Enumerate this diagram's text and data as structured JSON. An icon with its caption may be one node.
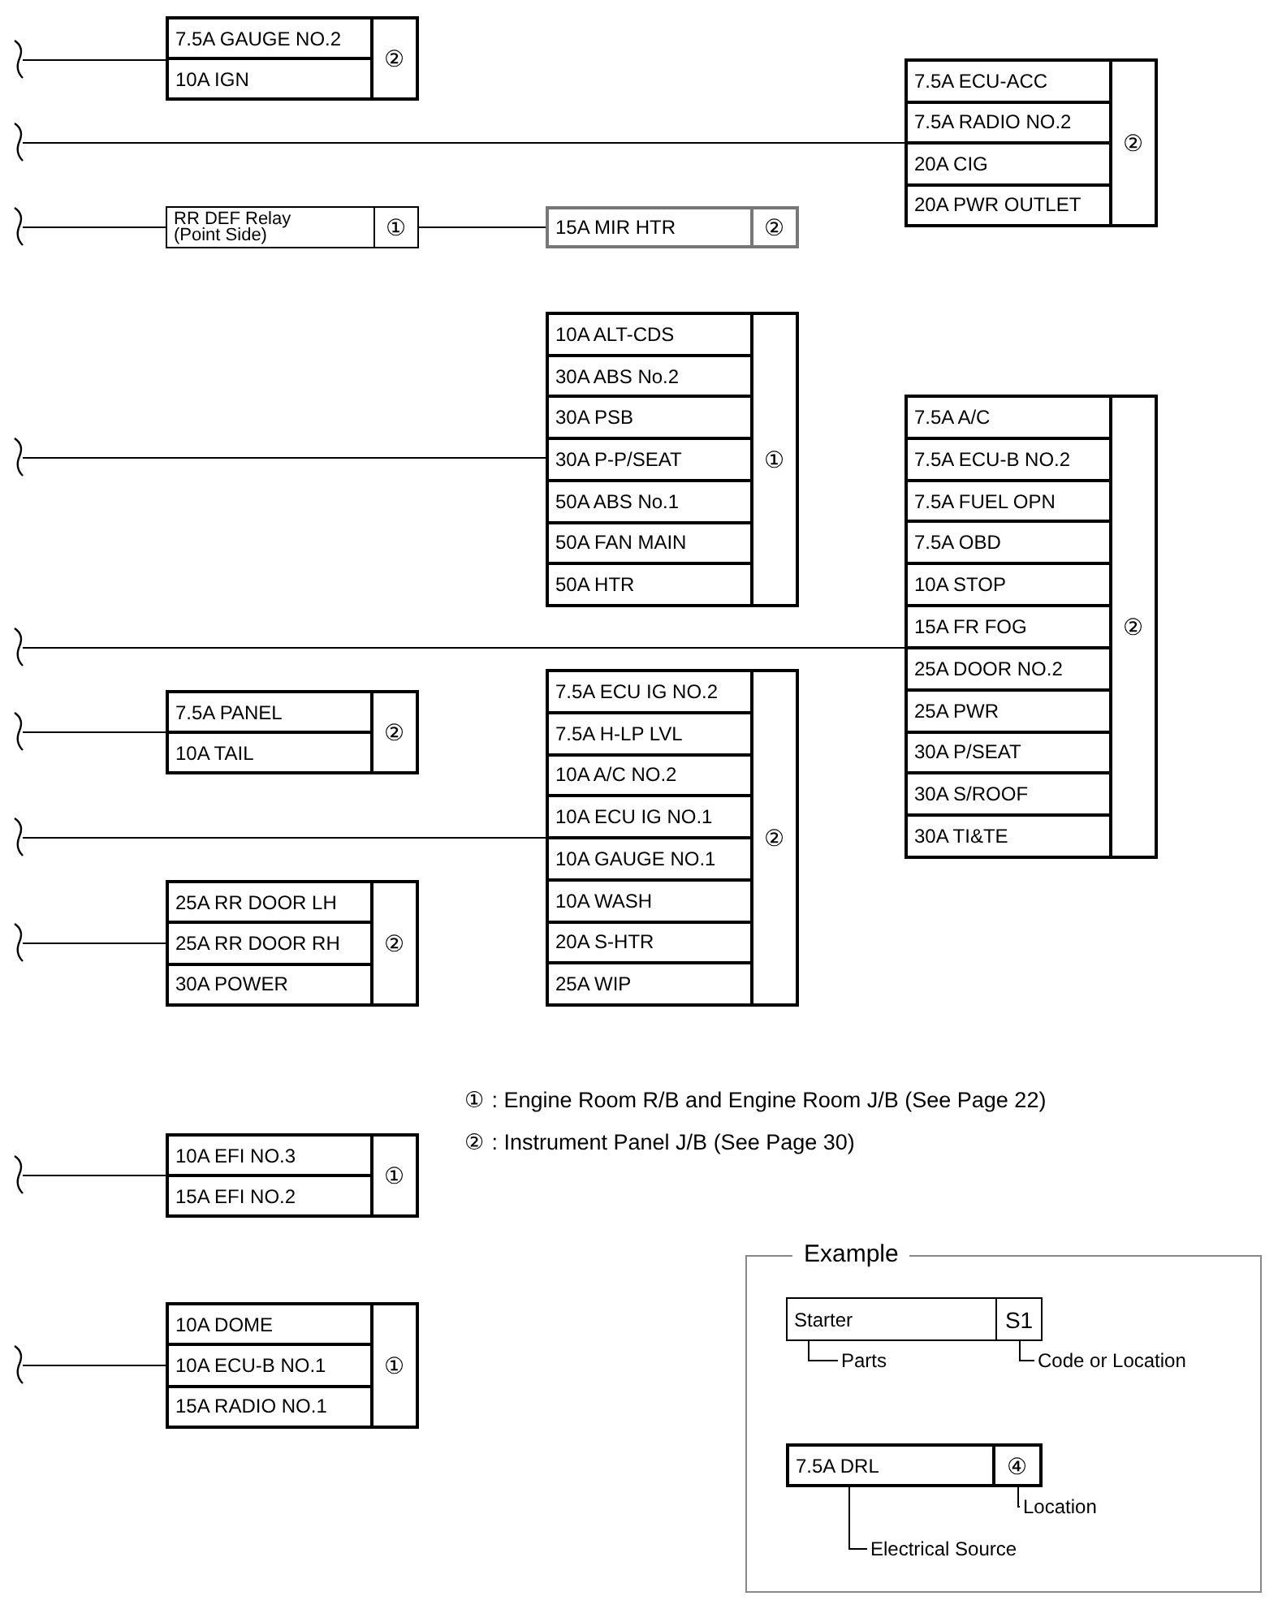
{
  "diagram": {
    "nodes": [
      {
        "text": [
          "7.5A GAUGE NO.2",
          "10A IGN",
          "②"
        ]
      },
      {
        "text": [
          "7.5A ECU-ACC",
          "7.5A RADIO NO.2",
          "20A CIG",
          "20A PWR OUTLET",
          "②"
        ]
      },
      {
        "text": [
          "RR DEF Relay (Point Side)",
          "①"
        ]
      },
      {
        "text": [
          "15A MIR HTR",
          "②"
        ]
      },
      {
        "text": [
          "10A ALT-CDS",
          "30A ABS No.2",
          "30A PSB",
          "30A P-P/SEAT",
          "50A ABS No.1",
          "50A FAN MAIN",
          "50A HTR",
          "①"
        ]
      },
      {
        "text": [
          "7.5A A/C",
          "7.5A ECU-B NO.2",
          "7.5A FUEL OPN",
          "7.5A OBD",
          "10A STOP",
          "15A FR FOG",
          "25A DOOR NO.2",
          "25A PWR",
          "30A P/SEAT",
          "30A S/ROOF",
          "30A TI&TE",
          "②"
        ]
      },
      {
        "text": [
          "7.5A PANEL",
          "10A TAIL",
          "②"
        ]
      },
      {
        "text": [
          "7.5A ECU IG NO.2",
          "7.5A H-LP LVL",
          "10A A/C NO.2",
          "10A ECU IG NO.1",
          "10A GAUGE NO.1",
          "10A WASH",
          "20A S-HTR",
          "25A WIP",
          "②"
        ]
      },
      {
        "text": [
          "25A RR DOOR LH",
          "25A RR DOOR RH",
          "30A POWER",
          "②"
        ]
      },
      {
        "text": [
          "10A EFI NO.3",
          "15A EFI NO.2",
          "①"
        ]
      },
      {
        "text": [
          "10A DOME",
          "10A ECU-B NO.1",
          "15A RADIO NO.1",
          "①"
        ]
      },
      {
        "text": [
          "Example"
        ]
      },
      {
        "text": [
          "Starter",
          "S1"
        ],
        "in": 11
      },
      {
        "text": [
          "Parts"
        ],
        "in": 11
      },
      {
        "text": [
          "Code or Location"
        ],
        "in": 11
      },
      {
        "text": [
          "7.5A DRL",
          "④"
        ],
        "in": 11
      },
      {
        "text": [
          "Location"
        ],
        "in": 11
      },
      {
        "text": [
          "Electrical Source"
        ],
        "in": 11
      }
    ],
    "edges": [
      {
        "from": null,
        "to": 0,
        "arrow": "none"
      },
      {
        "from": null,
        "to": 1,
        "arrow": "none"
      },
      {
        "from": null,
        "to": 2,
        "arrow": "none"
      },
      {
        "from": 2,
        "to": 3,
        "arrow": "none"
      },
      {
        "from": null,
        "to": 4,
        "arrow": "none"
      },
      {
        "from": null,
        "to": 5,
        "arrow": "none"
      },
      {
        "from": null,
        "to": 6,
        "arrow": "none"
      },
      {
        "from": null,
        "to": 7,
        "arrow": "none"
      },
      {
        "from": null,
        "to": 8,
        "arrow": "none"
      },
      {
        "from": null,
        "to": 9,
        "arrow": "none"
      },
      {
        "from": null,
        "to": 10,
        "arrow": "none"
      },
      {
        "from": 13,
        "to": 12,
        "arrow": "none"
      },
      {
        "from": 14,
        "to": 12,
        "arrow": "none"
      },
      {
        "from": 16,
        "to": 15,
        "arrow": "none"
      },
      {
        "from": 17,
        "to": 15,
        "arrow": "none"
      }
    ],
    "labels": [
      "① : Engine Room R/B and Engine Room J/B (See Page 22)",
      "② : Instrument Panel J/B (See Page 30)"
    ]
  }
}
